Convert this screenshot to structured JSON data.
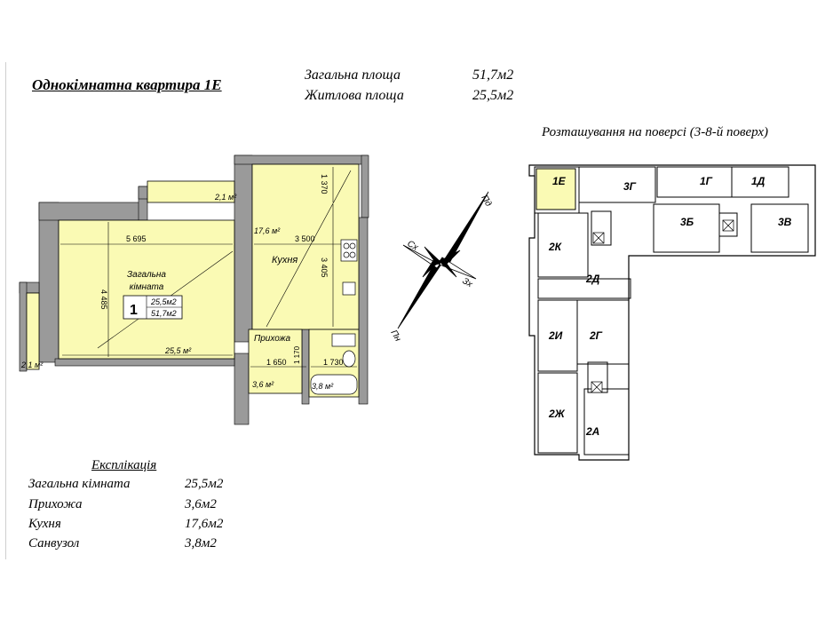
{
  "title": "Однокімнатна квартира  1Е",
  "areas": [
    {
      "label": "Загальна площа",
      "value": "51,7м2"
    },
    {
      "label": "Житлова площа",
      "value": "25,5м2"
    }
  ],
  "location_title": "Розташування на поверсі (3-8-й поверх)",
  "plan": {
    "room_main_name_1": "Загальна",
    "room_main_name_2": "кімната",
    "room_number": "1",
    "main_area": "25,5м2",
    "total_area": "51,7м2",
    "kitchen_label": "Кухня",
    "hall_label": "Прихожа",
    "area_balcony_top": "2,1 м²",
    "area_balcony_left": "2,1 м²",
    "area_kitchen": "17,6 м²",
    "area_room": "25,5 м²",
    "area_hall": "3,6 м²",
    "area_bath": "3,8 м²",
    "dim_5695": "5 695",
    "dim_3500": "3 500",
    "dim_4485": "4 485",
    "dim_3405": "3 405",
    "dim_1370": "1 370",
    "dim_1650": "1 650",
    "dim_1730": "1 730",
    "dim_1170": "1 170"
  },
  "compass": {
    "n": "Пн",
    "s": "Пд",
    "w": "Зх",
    "e": "Сх"
  },
  "floor_units": [
    "1Е",
    "3Г",
    "1Г",
    "1Д",
    "3Б",
    "3В",
    "2К",
    "2Д",
    "2И",
    "2Г",
    "2Ж",
    "2А"
  ],
  "explication": {
    "heading": "Експлікація",
    "rows": [
      {
        "label": "Загальна кімната",
        "value": "25,5м2"
      },
      {
        "label": "Прихожа",
        "value": "3,6м2"
      },
      {
        "label": "Кухня",
        "value": "17,6м2"
      },
      {
        "label": "Санвузол",
        "value": "3,8м2"
      }
    ]
  },
  "colors": {
    "highlight": "#fafab4",
    "wall": "#9a9a9a",
    "line": "#000000"
  }
}
